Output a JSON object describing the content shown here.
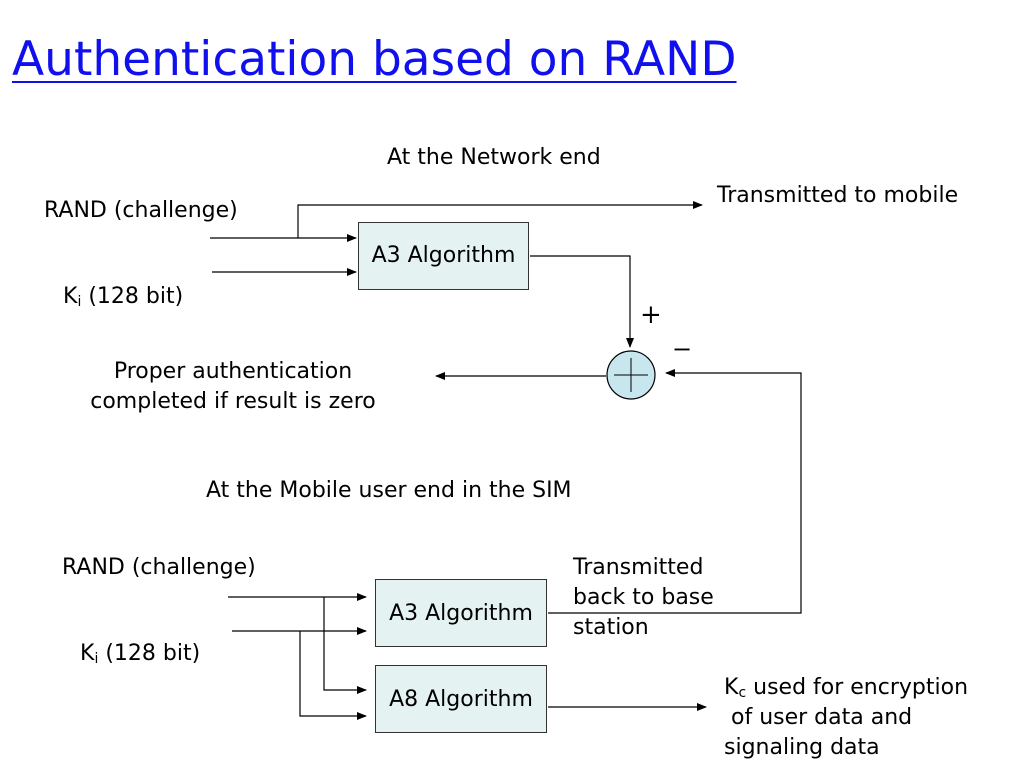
{
  "title": "Authentication based on RAND",
  "network": {
    "heading": "At the Network end",
    "rand_label": "RAND (challenge)",
    "ki_main": "K",
    "ki_sub": "i",
    "ki_rest": " (128 bit)",
    "a3_label": "A3 Algorithm",
    "transmitted_label": "Transmitted to mobile",
    "plus_sign": "+",
    "minus_sign": "−",
    "result_line1": "Proper authentication",
    "result_line2": "completed if result is zero"
  },
  "mobile": {
    "heading": "At the Mobile user end in the SIM",
    "rand_label": "RAND (challenge)",
    "ki_main": "K",
    "ki_sub": "i",
    "ki_rest": " (128 bit)",
    "a3_label": "A3 Algorithm",
    "a8_label": "A8 Algorithm",
    "back_line1": "Transmitted",
    "back_line2": "back to base",
    "back_line3": "station",
    "kc_main": "K",
    "kc_sub": "c",
    "kc_rest": " used for encryption",
    "kc_line2": " of user data and",
    "kc_line3": "signaling data"
  },
  "colors": {
    "title": "#1010ee",
    "box_fill": "#e4f2f2",
    "comparator_fill": "#c8e6ee"
  }
}
